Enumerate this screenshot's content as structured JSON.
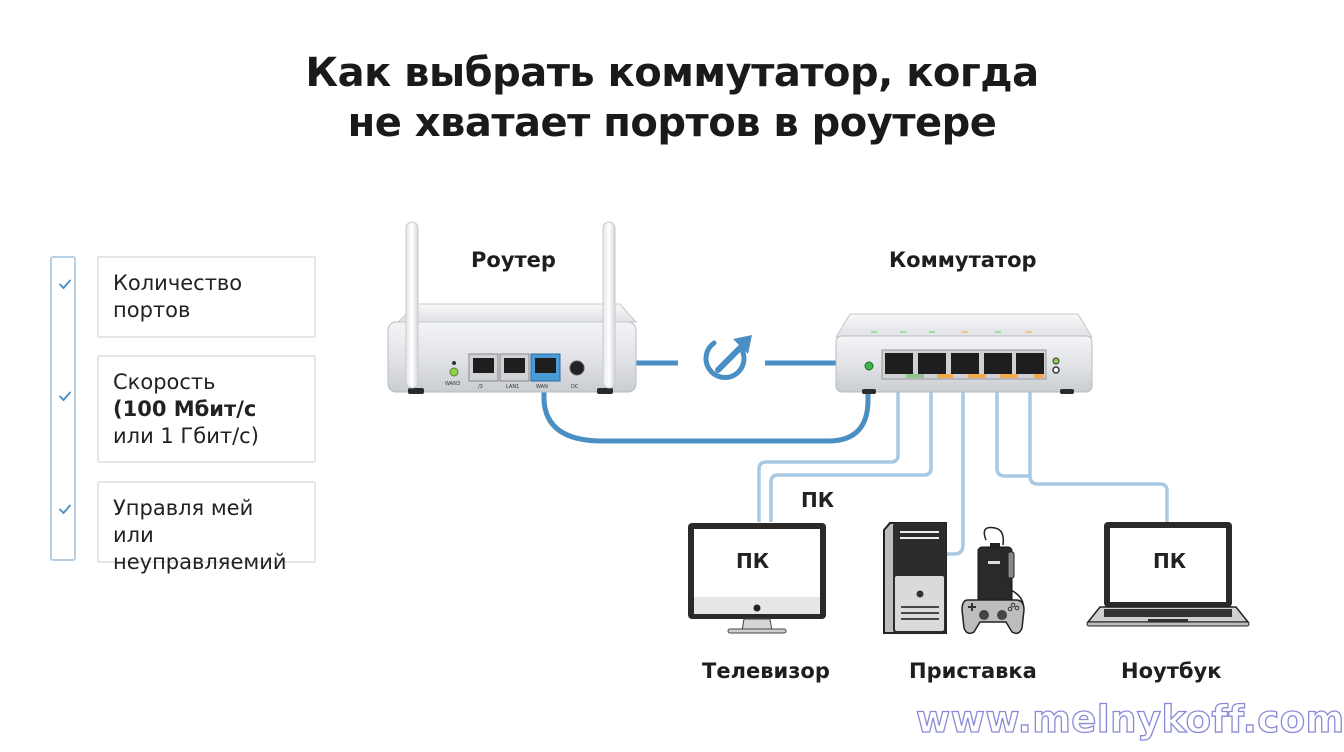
{
  "title": {
    "line1": "Как выбрать коммутатор, когда",
    "line2": "не хватает портов в роутере"
  },
  "checklist": {
    "items": [
      {
        "lines": [
          "Количество",
          "портов"
        ],
        "checked": true
      },
      {
        "lines": [
          "Скорость",
          "(100 Мбит/с",
          "или 1 Гбит/с)"
        ],
        "checked": true
      },
      {
        "lines": [
          "Управля мей или",
          "неуправляемий"
        ],
        "checked": true
      }
    ],
    "check_icon": "checkmark-icon"
  },
  "devices": {
    "router": {
      "label": "Роутер",
      "port_labels": [
        "WAN3",
        "/3",
        "LAN1",
        "WAN",
        "DC"
      ],
      "led_color": "#8fd14f"
    },
    "switch": {
      "label": "Коммутатор",
      "port_count": 5,
      "led_color": "#3cb44b"
    },
    "link_icon": "external-link-arrow-icon",
    "endpoints": [
      {
        "name": "tv",
        "screen_text": "ПК",
        "label": "Телевизор",
        "icon": "monitor-icon"
      },
      {
        "name": "console",
        "screen_text": "",
        "label": "Приставка",
        "icon": "desktop-tower-gamepad-icon"
      },
      {
        "name": "laptop",
        "screen_text": "ПК",
        "label": "Ноутбук",
        "icon": "laptop-icon"
      }
    ],
    "floating_label": "ПК"
  },
  "colors": {
    "cable_primary": "#4a8fc4",
    "cable_secondary": "#a9c9e3",
    "check": "#4a8fc4",
    "port_accent_orange": "#f5a94a",
    "port_accent_green": "#8fc48a"
  },
  "watermark": "www.melnykoff.com"
}
